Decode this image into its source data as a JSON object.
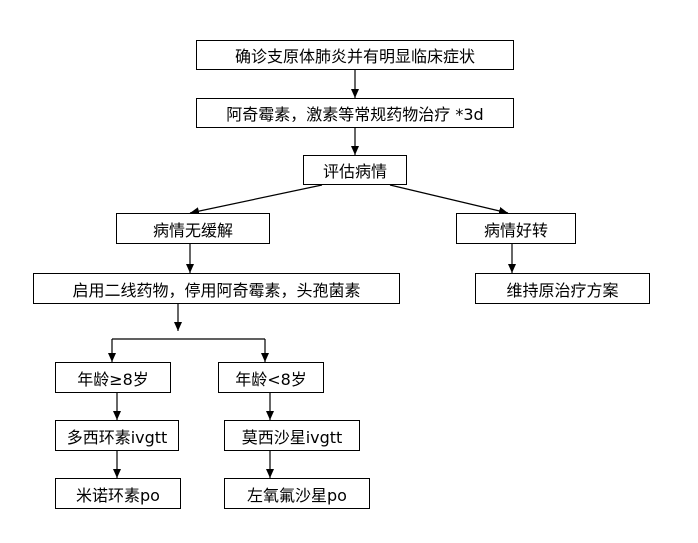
{
  "diagram": {
    "nodes": {
      "confirm": "确诊支原体肺炎并有明显临床症状",
      "initial_treatment": "阿奇霉素，激素等常规药物治疗 *3d",
      "evaluate": "评估病情",
      "no_relief": "病情无缓解",
      "improved": "病情好转",
      "second_line": "启用二线药物，停用阿奇霉素，头孢菌素",
      "maintain": "维持原治疗方案",
      "age_ge8": "年龄≥8岁",
      "age_lt8": "年龄<8岁",
      "doxy_iv": "多西环素ivgtt",
      "moxi_iv": "莫西沙星ivgtt",
      "mino_po": "米诺环素po",
      "levo_po": "左氧氟沙星po"
    }
  }
}
